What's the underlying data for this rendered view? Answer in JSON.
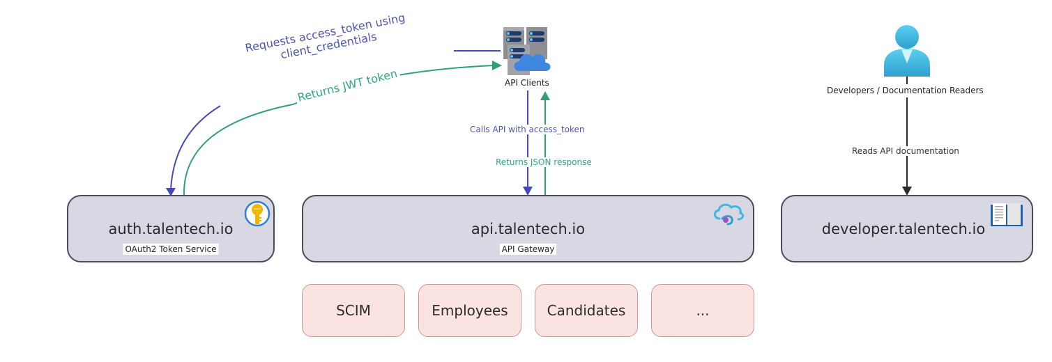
{
  "colors": {
    "request_blue": "#4548b6",
    "response_green": "#2f9e7d",
    "neutral_arrow": "#2b2b2b",
    "node_fill": "#d8d8e5",
    "node_border": "#4a4a5a",
    "service_fill": "#fbe3e1",
    "service_border": "#c59a96"
  },
  "actors": {
    "api_clients": {
      "label": "API Clients",
      "icon": "server-cloud-icon"
    },
    "developers": {
      "label": "Developers / Documentation Readers",
      "icon": "user-icon"
    }
  },
  "nodes": {
    "auth": {
      "title": "auth.talentech.io",
      "subtitle": "OAuth2 Token Service",
      "icon": "key-icon"
    },
    "api": {
      "title": "api.talentech.io",
      "subtitle": "API Gateway",
      "icon": "cloud-gateway-icon"
    },
    "developer": {
      "title": "developer.talentech.io",
      "icon": "book-icon"
    }
  },
  "services": [
    {
      "label": "SCIM"
    },
    {
      "label": "Employees"
    },
    {
      "label": "Candidates"
    },
    {
      "label": "..."
    }
  ],
  "edges": {
    "request_token": {
      "label_line1": "Requests access_token using",
      "label_line2": "client_credentials"
    },
    "return_jwt": {
      "label": "Returns JWT token"
    },
    "call_api": {
      "label": "Calls API with access_token"
    },
    "return_json": {
      "label": "Returns JSON response"
    },
    "read_docs": {
      "label": "Reads API documentation"
    }
  }
}
